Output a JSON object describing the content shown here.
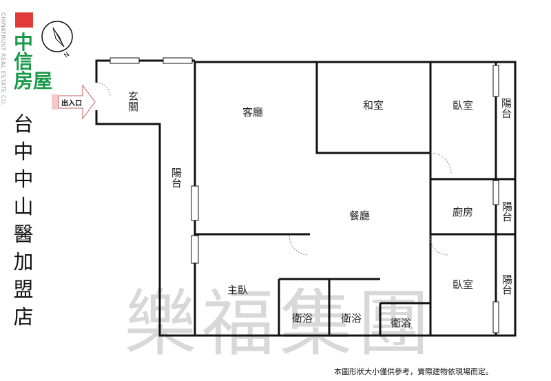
{
  "logo": {
    "name_zh": [
      "中",
      "信",
      "房",
      "屋"
    ],
    "name_en": "CHINATRUST REAL ESTATE CO.",
    "color": "#1a9a4a",
    "accent": "#e03a3a"
  },
  "compass": {
    "label": "N",
    "icon": "compass-icon"
  },
  "entrance": {
    "label": "出入口"
  },
  "store_name": "台中中山醫加盟店",
  "watermark": "樂福集團",
  "rooms": {
    "foyer": "玄關",
    "living": "客廳",
    "tatami": "和室",
    "bedroom1": "臥室",
    "balcony1": "陽台",
    "balcony_left": "陽台",
    "dining": "餐廳",
    "kitchen": "廚房",
    "balcony2": "陽台",
    "master": "主臥",
    "bath1": "衛浴",
    "bath2": "衛浴",
    "bath3": "衛浴",
    "bedroom2": "臥室",
    "balcony3": "陽台"
  },
  "note": "本圖形狀大小僅供參考，實際建物依現場而定。"
}
